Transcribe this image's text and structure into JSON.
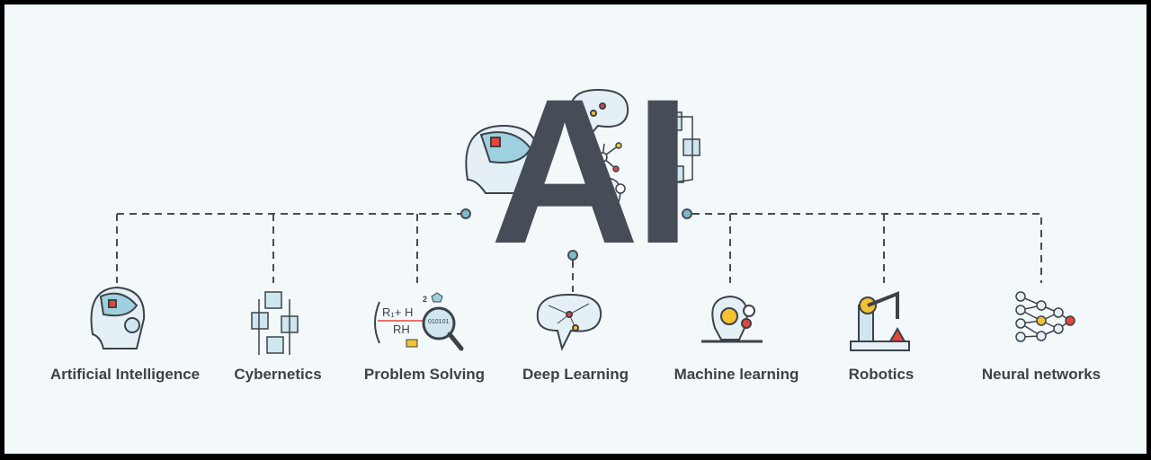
{
  "title": "AI",
  "colors": {
    "dark": "#474d57",
    "accent_blue": "#cfe6ee",
    "dot": "#7fb8c8",
    "red": "#e8453c",
    "yellow": "#f2c230"
  },
  "topics": [
    {
      "label": "Artificial Intelligence",
      "icon": "robot-head-icon"
    },
    {
      "label": "Cybernetics",
      "icon": "cubes-network-icon"
    },
    {
      "label": "Problem Solving",
      "icon": "formula-magnifier-icon"
    },
    {
      "label": "Deep Learning",
      "icon": "polygon-brain-icon"
    },
    {
      "label": "Machine learning",
      "icon": "lightbulb-gears-icon"
    },
    {
      "label": "Robotics",
      "icon": "robot-arm-icon"
    },
    {
      "label": "Neural networks",
      "icon": "neural-network-icon"
    }
  ],
  "formula": {
    "numerator": "R₁+ H",
    "denominator": "RH",
    "exponent": "2",
    "binary": "010101"
  }
}
